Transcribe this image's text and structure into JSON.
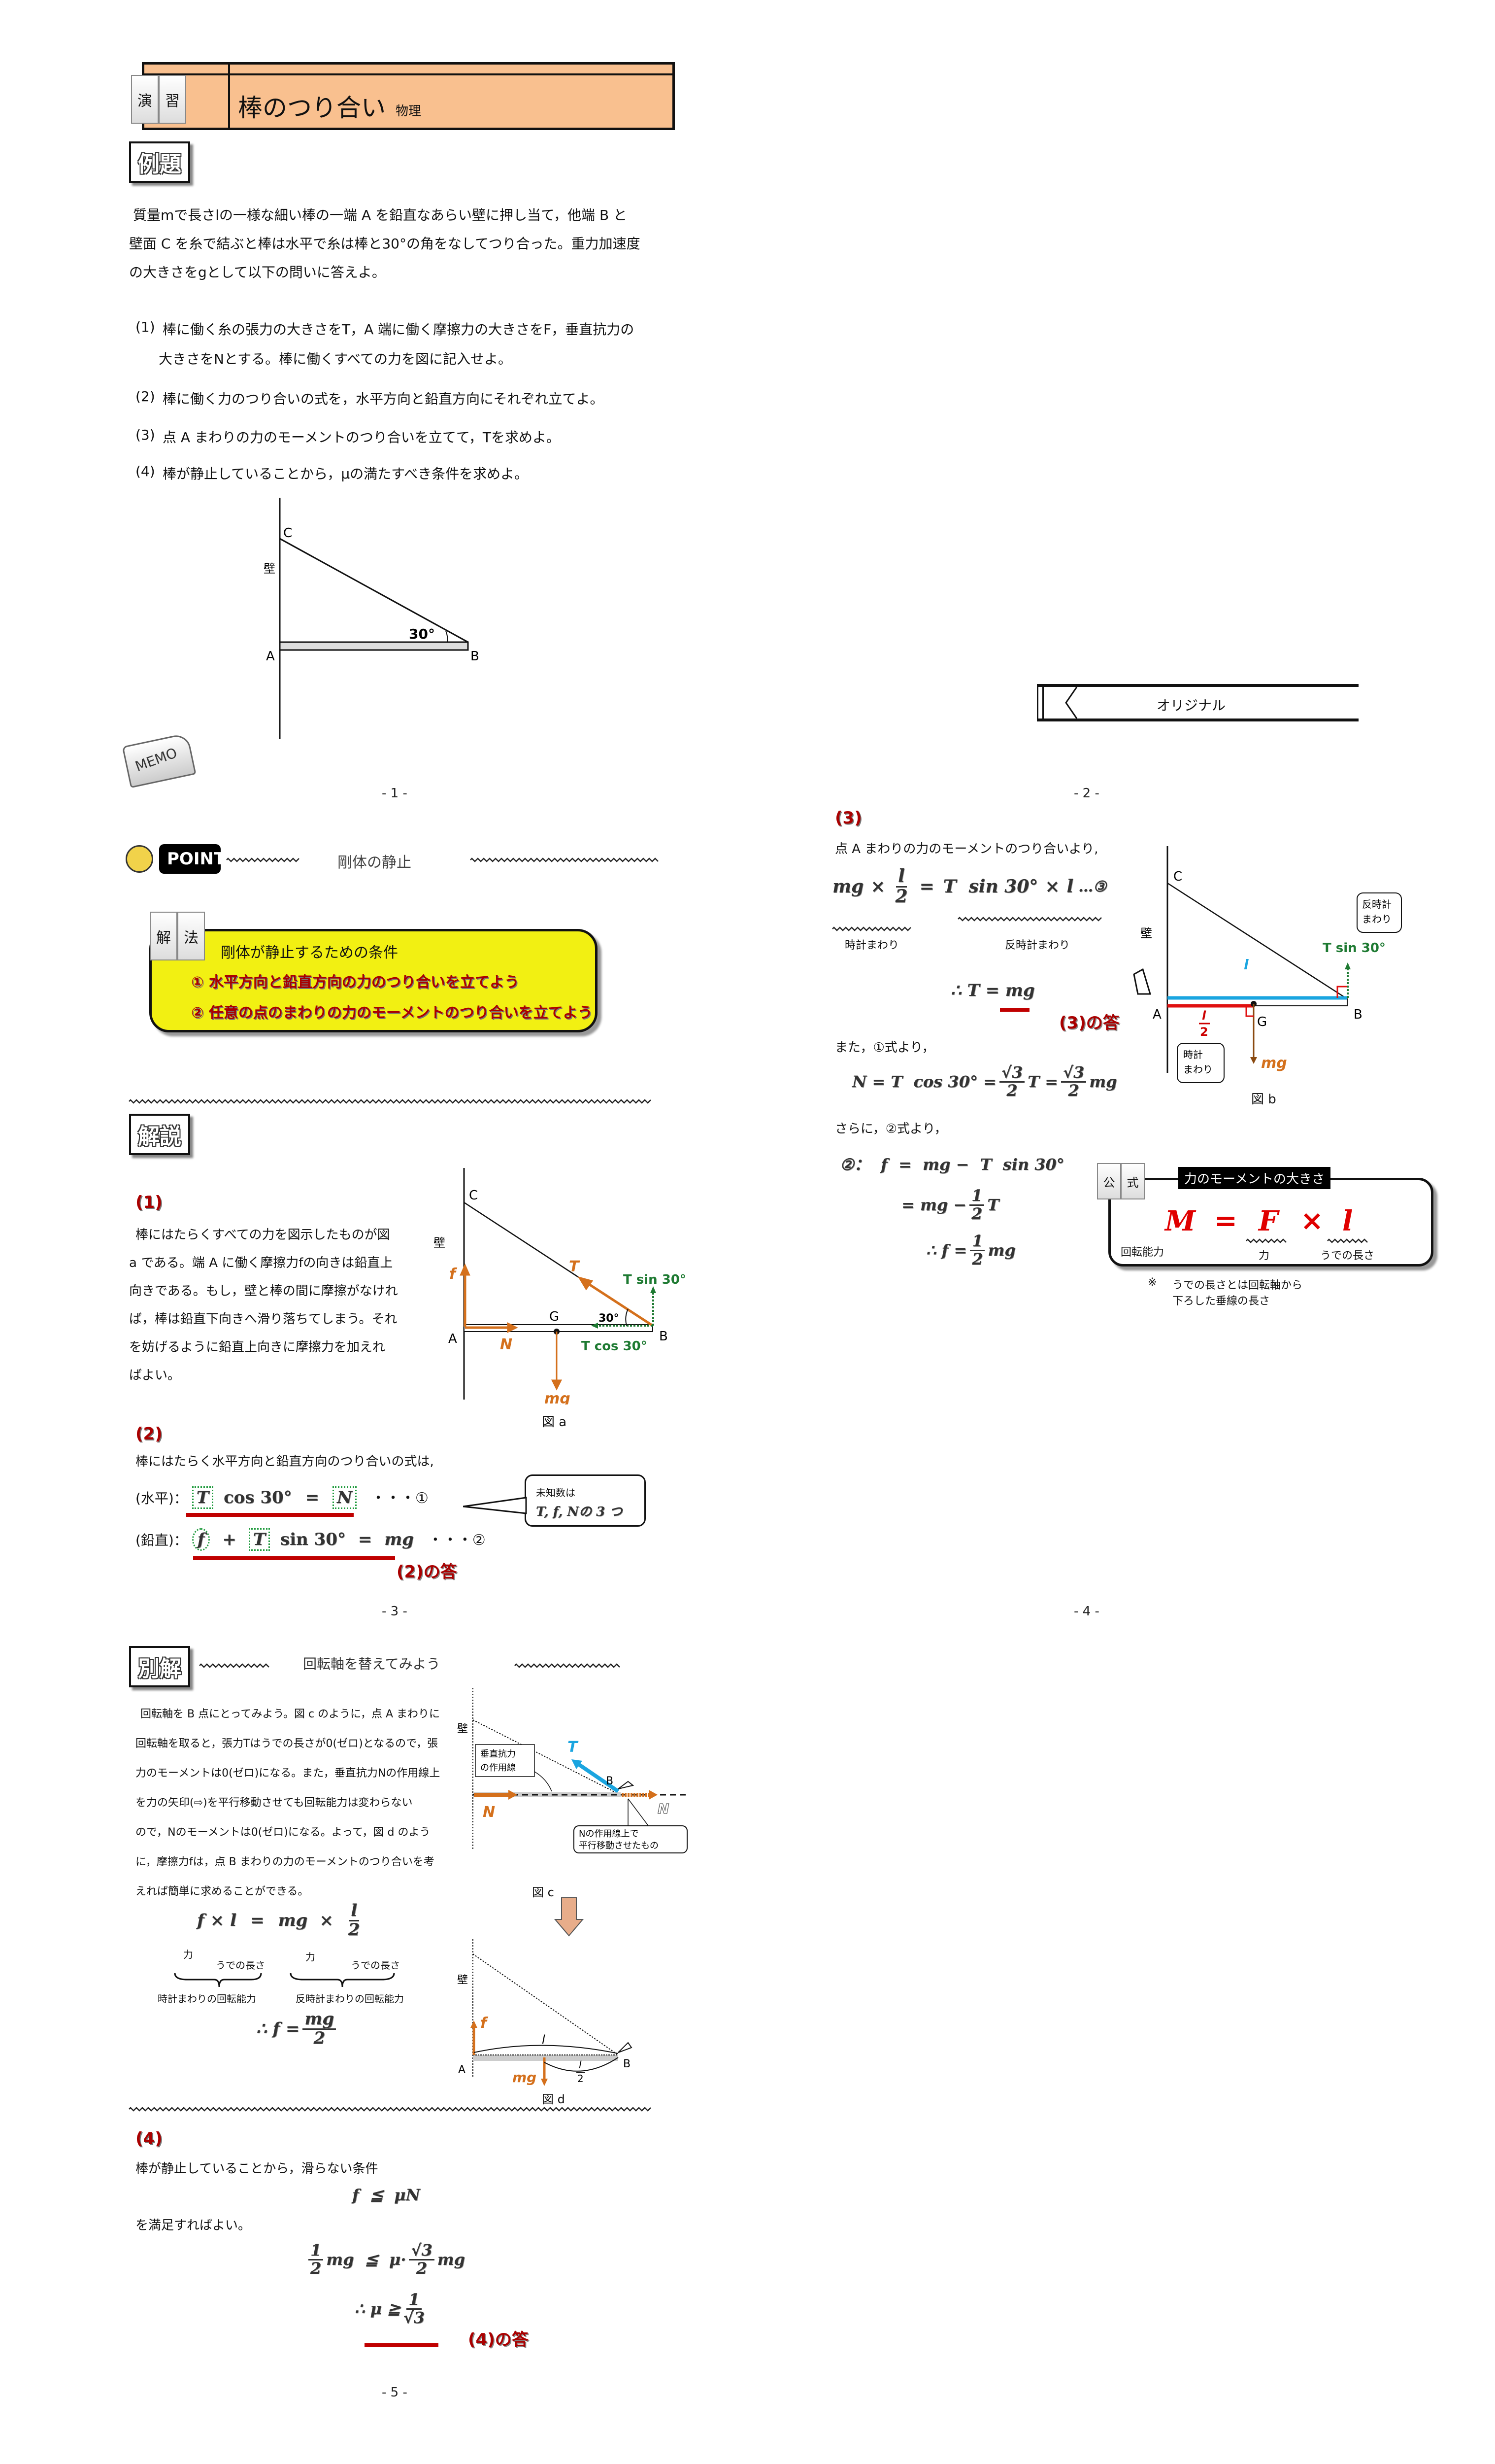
{
  "page1": {
    "header": {
      "badge": [
        "演",
        "習"
      ],
      "title": "棒のつり合い",
      "subject": "物理"
    },
    "example_label": "例題",
    "problem_lines": [
      "質量mで長さlの一様な細い棒の一端 A を鉛直なあらい壁に押し当て，他端 B と",
      "壁面 C を糸で結ぶと棒は水平で糸は棒と30°の角をなしてつり合った。重力加速度",
      "の大きさをgとして以下の問いに答えよ。"
    ],
    "questions": [
      {
        "num": "(1)",
        "lines": [
          "棒に働く糸の張力の大きさをT，A 端に働く摩擦力の大きさをF，垂直抗力の",
          "大きさをNとする。棒に働くすべての力を図に記入せよ。"
        ]
      },
      {
        "num": "(2)",
        "lines": [
          "棒に働く力のつり合いの式を，水平方向と鉛直方向にそれぞれ立てよ。"
        ]
      },
      {
        "num": "(3)",
        "lines": [
          "点 A まわりの力のモーメントのつり合いを立てて，Tを求めよ。"
        ]
      },
      {
        "num": "(4)",
        "lines": [
          "棒が静止していることから，μの満たすべき条件を求めよ。"
        ]
      }
    ],
    "figure": {
      "wall": "壁",
      "A": "A",
      "B": "B",
      "C": "C",
      "angle": "30°"
    },
    "memo": "MEMO",
    "page_number": "- 1 -"
  },
  "page2": {
    "original_label": "オリジナル",
    "page_number": "- 2 -"
  },
  "page3": {
    "point_label": "POINT",
    "topic": "剛体の静止",
    "method": {
      "badge": [
        "解",
        "法"
      ],
      "title": "剛体が静止するための条件",
      "items": [
        "① 水平方向と鉛直方向の力のつり合いを立てよう",
        "② 任意の点のまわりの力のモーメントのつり合いを立てよう"
      ]
    },
    "explanation_label": "解説",
    "part1": {
      "heading": "(1)",
      "lines": [
        "棒にはたらくすべての力を図示したものが図",
        "a である。端 A に働く摩擦力fの向きは鉛直上",
        "向きである。もし，壁と棒の間に摩擦がなけれ",
        "ば，棒は鉛直下向きへ滑り落ちてしまう。それ",
        "を妨げるように鉛直上向きに摩擦力を加えれ",
        "ばよい。"
      ]
    },
    "figure_a": {
      "wall": "壁",
      "A": "A",
      "B": "B",
      "C": "C",
      "G": "G",
      "T": "T",
      "Tsin": "T sin 30°",
      "Tcos": "T cos 30°",
      "f": "f",
      "N": "N",
      "mg": "mg",
      "angle": "30°",
      "caption": "図 a"
    },
    "part2": {
      "heading": "(2)",
      "text": "棒にはたらく水平方向と鉛直方向のつり合いの式は,",
      "horizontal": {
        "label": "(水平)：",
        "T": "T",
        "rest": "cos 30°",
        "eq": "=",
        "N": "N",
        "tag": "・・・①"
      },
      "vertical": {
        "label": "(鉛直)：",
        "f": "f",
        "plus": "+",
        "T": "T",
        "rest": "sin 30°",
        "eq": "=",
        "mg": "mg",
        "tag": "・・・②"
      },
      "callout": {
        "line1": "未知数は",
        "line2": "T, f, Nの 3 つ"
      },
      "answer": "(2)の答"
    },
    "page_number": "- 3 -"
  },
  "page4": {
    "heading": "(3)",
    "intro": "点 A まわりの力のモーメントのつり合いより,",
    "eq3": {
      "mg": "mg",
      "times": "×",
      "num": "l",
      "den": "2",
      "eq": "=",
      "rhs": "T  sin 30°",
      "times2": "×",
      "l": "l",
      "tag": "…③"
    },
    "eq3_labels": {
      "clockwise": "時計まわり",
      "counter": "反時計まわり"
    },
    "result": "∴ T = mg",
    "answer": "(3)の答",
    "also": "また，①式より，",
    "n_eq": {
      "lhs": "N = T  cos 30° =",
      "num1": "√3",
      "den1": "2",
      "mid": "T =",
      "num2": "√3",
      "den2": "2",
      "end": "mg"
    },
    "further": "さらに，②式より，",
    "f_eq": {
      "line1": "②：  f  =  mg −  T  sin 30°",
      "line2_a": "= mg −",
      "line2_num": "1",
      "line2_den": "2",
      "line2_b": "T",
      "line3_a": "∴ f =",
      "line3_num": "1",
      "line3_den": "2",
      "line3_b": "mg"
    },
    "figure_b": {
      "wall": "壁",
      "A": "A",
      "B": "B",
      "C": "C",
      "G": "G",
      "l": "l",
      "half_num": "l",
      "half_den": "2",
      "mg": "mg",
      "Tsin": "T sin 30°",
      "counter1": "反時計",
      "counter2": "まわり",
      "clock1": "時計",
      "clock2": "まわり",
      "caption": "図 b"
    },
    "formula": {
      "badge": [
        "公",
        "式"
      ],
      "title": "力のモーメントの大きさ",
      "M": "M",
      "eq": "=",
      "F": "F",
      "times": "×",
      "l": "l",
      "label_M": "回転能力",
      "label_F": "力",
      "label_l": "うでの長さ"
    },
    "note": {
      "mark": "※",
      "line1": "うでの長さとは回転軸から",
      "line2": "下ろした垂線の長さ"
    },
    "page_number": "- 4 -"
  },
  "page5": {
    "alt_label": "別解",
    "alt_topic": "回転軸を替えてみよう",
    "lines": [
      "回転軸を B 点にとってみよう。図 c のように，点 A まわりに",
      "回転軸を取ると，張力Tはうでの長さが0(ゼロ)となるので，張",
      "力のモーメントは0(ゼロ)になる。また，垂直抗力Nの作用線上",
      "を力の矢印(⇨)を平行移動させても回転能力は変わらない",
      "ので，Nのモーメントは0(ゼロ)になる。よって，図 d のよう",
      "に，摩擦力fは，点 B まわりの力のモーメントのつり合いを考",
      "えれば簡単に求めることができる。"
    ],
    "eq": {
      "f": "f",
      "times": "×",
      "l": "l",
      "eq": "=",
      "mg": "mg",
      "times2": "×",
      "num": "l",
      "den": "2"
    },
    "eq_labels": {
      "force1": "力",
      "arm1": "うでの長さ",
      "force2": "力",
      "arm2": "うでの長さ",
      "clockwise": "時計まわりの回転能力",
      "counter": "反時計まわりの回転能力"
    },
    "result": {
      "lhs": "∴ f =",
      "num": "mg",
      "den": "2"
    },
    "figure_c": {
      "wall": "壁",
      "box1": "垂直抗力",
      "box2": "の作用線",
      "T": "T",
      "B": "B",
      "N1": "N",
      "N2": "N",
      "callout1": "Nの作用線上で",
      "callout2": "平行移動させたもの",
      "caption": "図 c"
    },
    "figure_d": {
      "wall": "壁",
      "f": "f",
      "l": "l",
      "half_num": "l",
      "half_den": "2",
      "mg": "mg",
      "A": "A",
      "B": "B",
      "caption": "図 d"
    },
    "part4": {
      "heading": "(4)",
      "text": "棒が静止していることから，滑らない条件",
      "cond": "f  ≦  μN",
      "text2": "を満足すればよい。",
      "ineq": {
        "num1": "1",
        "den1": "2",
        "a": "mg  ≦  μ·",
        "num2": "√3",
        "den2": "2",
        "b": "mg"
      },
      "result": {
        "lhs": "∴ μ ≧",
        "num": "1",
        "den": "√3"
      },
      "answer": "(4)の答"
    },
    "page_number": "- 5 -"
  },
  "colors": {
    "header_bg": "#f9c08f",
    "method_bg": "#f2f012",
    "answer_red": "#a00000",
    "force_orange": "#d4701c",
    "component_green": "#1e7a32",
    "length_blue": "#1aa5e0"
  }
}
